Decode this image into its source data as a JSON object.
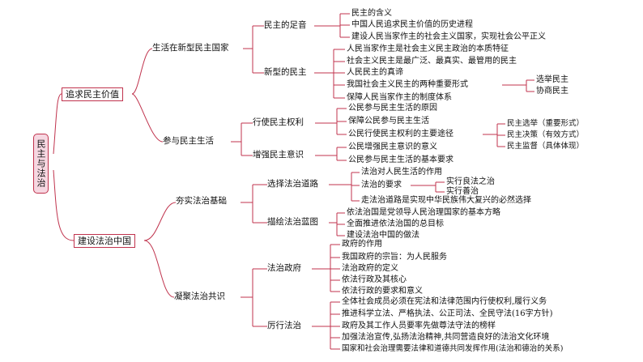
{
  "colors": {
    "line": "#c0334d",
    "root_fill": "#f6d7e1",
    "text": "#111111"
  },
  "root": "民主与法治",
  "b1": {
    "title": "追求民主价值",
    "n1": {
      "title": "生活在新型民主国家",
      "a": {
        "title": "民主的足音",
        "items": [
          "民主的含义",
          "中国人民追求民主价值的历史进程",
          "建设人民当家作主的社会主义国家，实现社会公平正义"
        ]
      },
      "b": {
        "title": "新型的民主",
        "items": [
          "人民当家作主是社会主义民主政治的本质特征",
          "社会主义民主是最广泛、最真实、最管用的民主",
          "人民民主的真谛",
          "我国社会主义民主的两种重要形式",
          "保障人民当家作主的制度体系"
        ],
        "forms": [
          "选举民主",
          "协商民主"
        ]
      }
    },
    "n2": {
      "title": "参与民主生活",
      "a": {
        "title": "行使民主权利",
        "items": [
          "公民参与民主生活的原因",
          "保障公民参与民主生活",
          "公民行使民主权利的主要途径"
        ],
        "ways": [
          "民主选举（重要形式）",
          "民主决策（有效方式）",
          "民主监督（具体体现）"
        ]
      },
      "b": {
        "title": "增强民主意识",
        "items": [
          "公民增强民主意识的意义",
          "公民参与民主生活的基本要求"
        ]
      }
    }
  },
  "b2": {
    "title": "建设法治中国",
    "n1": {
      "title": "夯实法治基础",
      "a": {
        "title": "选择法治道路",
        "items": [
          "法治对人民生活的作用",
          "法治的要求",
          "走法治道路是实现中华民族伟大复兴的必然选择"
        ],
        "req": [
          "实行良法之治",
          "实行善治"
        ]
      },
      "b": {
        "title": "描绘法治蓝图",
        "items": [
          "依法治国是党领导人民治理国家的基本方略",
          "全面推进依法治国的总目标",
          "建设法治中国的做法"
        ]
      }
    },
    "n2": {
      "title": "凝聚法治共识",
      "a": {
        "title": "法治政府",
        "items": [
          "政府的作用",
          "我国政府的宗旨：为人民服务",
          "法治政府的定义",
          "依法行政及其核心",
          "依法行政的要求和意义"
        ]
      },
      "b": {
        "title": "厉行法治",
        "items": [
          "全体社会成员必须在宪法和法律范围内行使权利,履行义务",
          "推进科学立法、严格执法、公正司法、全民守法(16字方针)",
          "政府及其工作人员要率先做尊法守法的榜样",
          "加强法治宣传,弘扬法治精神,共同营造良好的法治文化环境",
          "国家和社会治理需要法律和道德共同发挥作用(法治和德治的关系)"
        ]
      }
    }
  }
}
